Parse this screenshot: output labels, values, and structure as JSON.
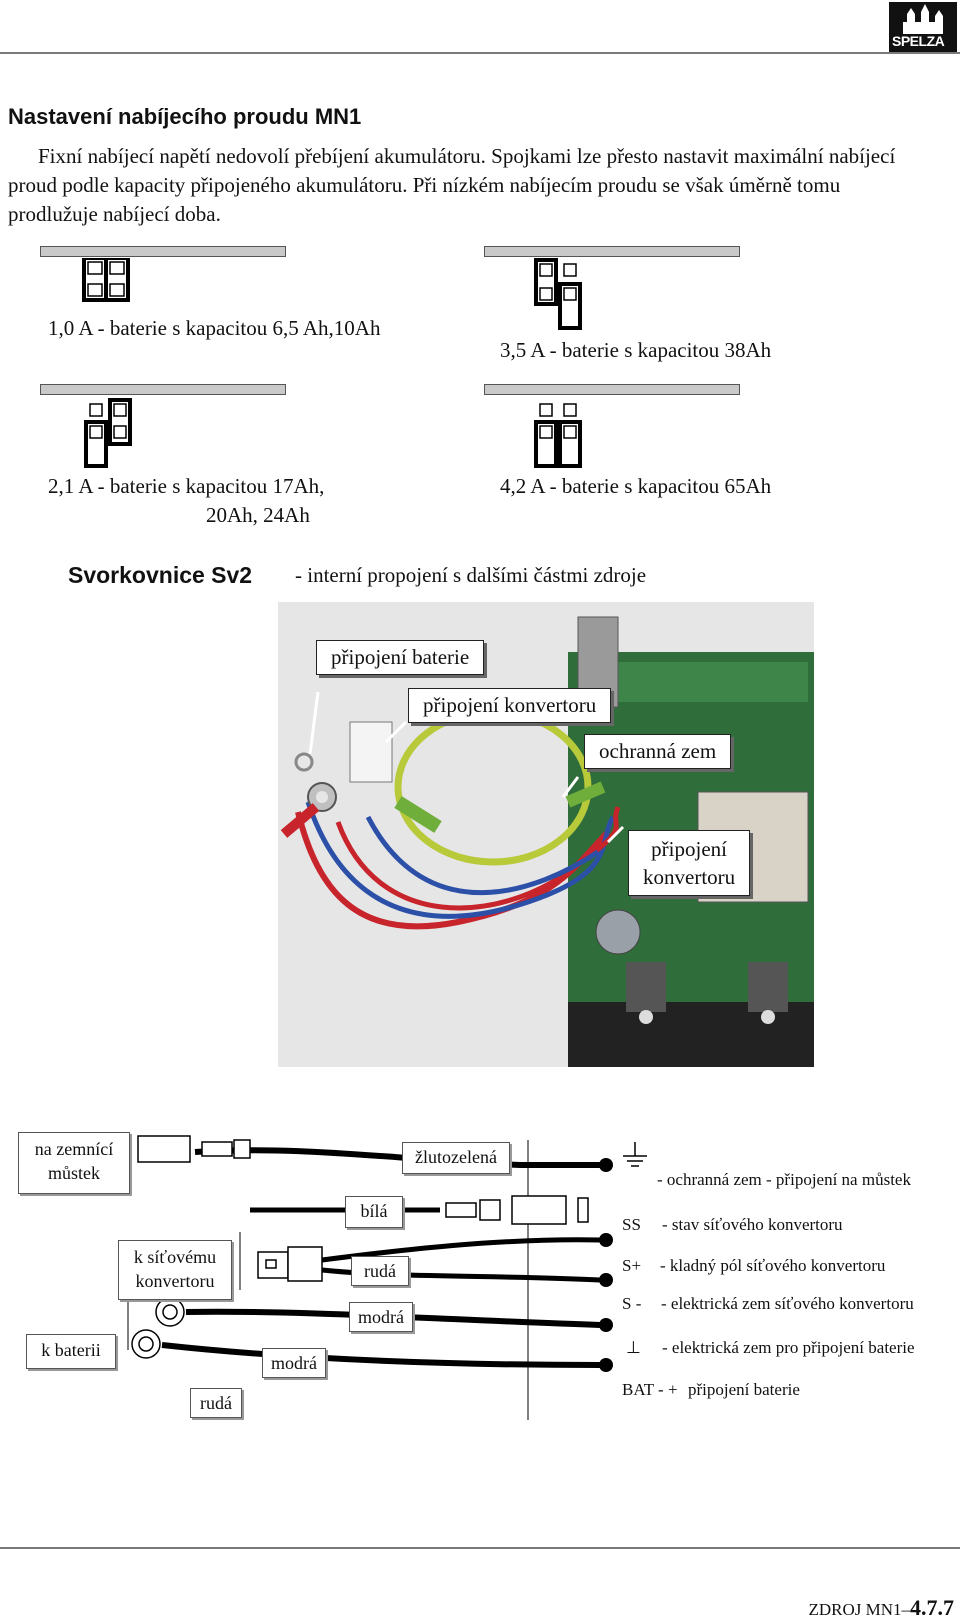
{
  "header": {
    "logo_text": "SPELZA"
  },
  "section": {
    "title": "Nastavení nabíjecího proudu MN1",
    "paragraph": "Fixní nabíjecí napětí nedovolí přebíjení akumulátoru. Spojkami lze přesto nastavit maximální nabíjecí proud podle kapacity připojeného akumulátoru. Při nízkém nabíjecím proudu se však úměrně tomu prodlužuje nabíjecí doba."
  },
  "jumper_settings": [
    {
      "caption": "1,0 A - baterie s kapacitou 6,5 Ah,10Ah"
    },
    {
      "caption": "3,5 A - baterie s kapacitou 38Ah"
    },
    {
      "caption_line1": "2,1 A - baterie s kapacitou 17Ah,",
      "caption_line2": "20Ah, 24Ah"
    },
    {
      "caption": "4,2 A - baterie s kapacitou 65Ah"
    }
  ],
  "terminal": {
    "title": "Svorkovnice Sv2",
    "description": "- interní propojení s dalšími částmi zdroje"
  },
  "photo_callouts": {
    "battery": "připojení baterie",
    "converter": "připojení konvertoru",
    "ground": "ochranná zem",
    "converter2_line1": "připojení",
    "converter2_line2": "konvertoru"
  },
  "diagram": {
    "labels": {
      "ground_bridge_line1": "na zemnící",
      "ground_bridge_line2": "můstek",
      "mains_converter_line1": "k síťovému",
      "mains_converter_line2": "konvertoru",
      "battery": "k baterii"
    },
    "wires": {
      "yellow_green": "žlutozelená",
      "white": "bílá",
      "red1": "rudá",
      "blue1": "modrá",
      "blue2": "modrá",
      "red2": "rudá"
    },
    "legend": [
      {
        "symbol": "",
        "text": "- ochranná zem - připojení na můstek"
      },
      {
        "symbol": "SS",
        "text": "- stav síťového konvertoru"
      },
      {
        "symbol": "S+",
        "text": "- kladný pól síťového konvertoru"
      },
      {
        "symbol": "S -",
        "text": "- elektrická zem síťového konvertoru"
      },
      {
        "symbol": "⊥",
        "text": "- elektrická zem pro připojení baterie"
      },
      {
        "symbol": "BAT - +",
        "text": "připojení baterie"
      }
    ]
  },
  "footer": {
    "prefix": "ZDROJ MN1–",
    "page": "4.7.7"
  }
}
